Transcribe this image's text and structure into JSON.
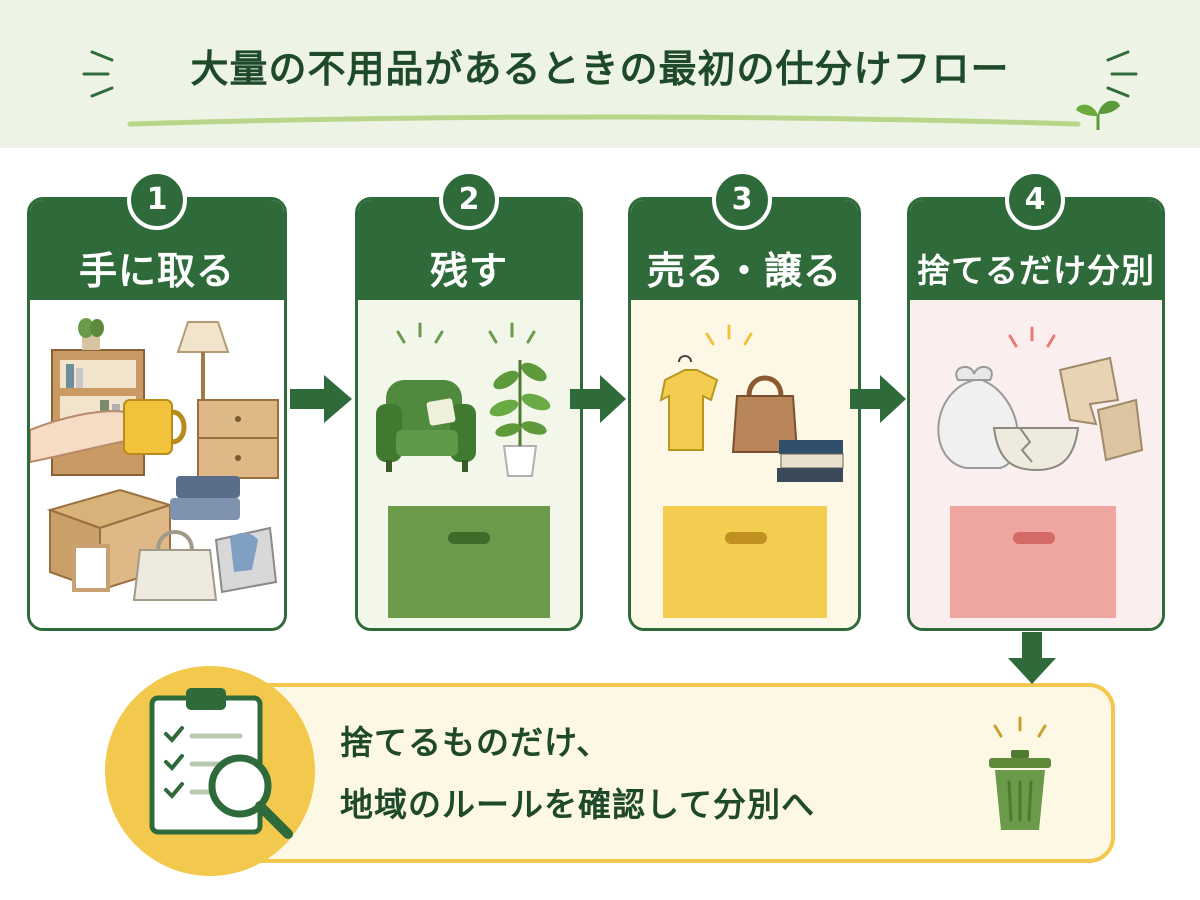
{
  "title": "大量の不用品があるときの最初の仕分けフロー",
  "steps": [
    {
      "number": "1",
      "label": "手に取る"
    },
    {
      "number": "2",
      "label": "残す"
    },
    {
      "number": "3",
      "label": "売る・譲る"
    },
    {
      "number": "4",
      "label": "捨てるだけ分別"
    }
  ],
  "note": {
    "line1": "捨てるものだけ、",
    "line2": "地域のルールを確認して分別へ"
  },
  "colors": {
    "dark_green": "#2f6b3a",
    "keep_box": "#6a9a4a",
    "sell_box": "#f2cd4f",
    "discard_box": "#f0a6a0",
    "banner_yellow": "#f2c94c"
  },
  "icons": [
    "sprout-icon",
    "clipboard-checklist-icon",
    "magnifier-icon",
    "trash-can-icon"
  ]
}
